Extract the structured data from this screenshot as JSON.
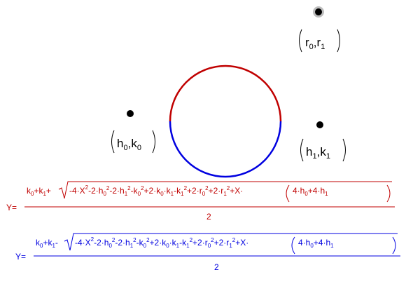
{
  "colors": {
    "upper": "#c00000",
    "lower": "#0000e0",
    "point": "#000000",
    "highlight_ring": "#bdbdbd"
  },
  "labels": {
    "p0": {
      "main": "h",
      "sub": "0",
      "sep": ",",
      "main2": "k",
      "sub2": "0"
    },
    "p1": {
      "main": "h",
      "sub": "1",
      "sep": ",",
      "main2": "k",
      "sub2": "1"
    },
    "pr": {
      "main": "r",
      "sub": "0",
      "sep": ",",
      "main2": "r",
      "sub2": "1"
    }
  },
  "equations": {
    "upper": {
      "lhs": "Y=",
      "numerator_prefix": "k",
      "numerator_text": "k0+k1+√-4·X²-2·h0²-2·h1²-k0²+2·k0·k1-k1²+2·r0²+2·r1²+X·(4·h0+4·h1)",
      "denominator": "2"
    },
    "lower": {
      "lhs": "Y=",
      "numerator_text": "k0+k1-√-4·X²-2·h0²-2·h1²-k0²+2·k0·k1-k1²+2·r0²+2·r1²+X·(4·h0+4·h1)",
      "denominator": "2"
    }
  }
}
